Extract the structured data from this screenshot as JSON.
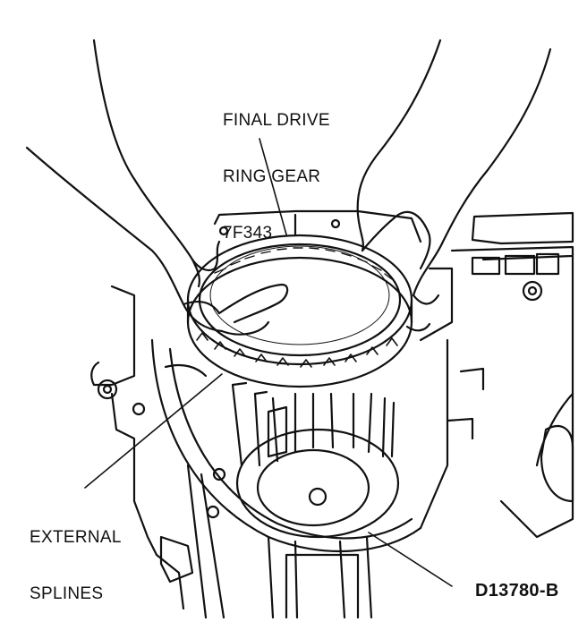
{
  "labels": {
    "ring_gear": {
      "line1": "FINAL DRIVE",
      "line2": "RING GEAR",
      "line3": "7F343"
    },
    "external_splines": {
      "line1": "EXTERNAL",
      "line2": "SPLINES"
    },
    "figure_id": "D13780-B"
  },
  "colors": {
    "ink": "#111111",
    "paper": "#ffffff"
  }
}
